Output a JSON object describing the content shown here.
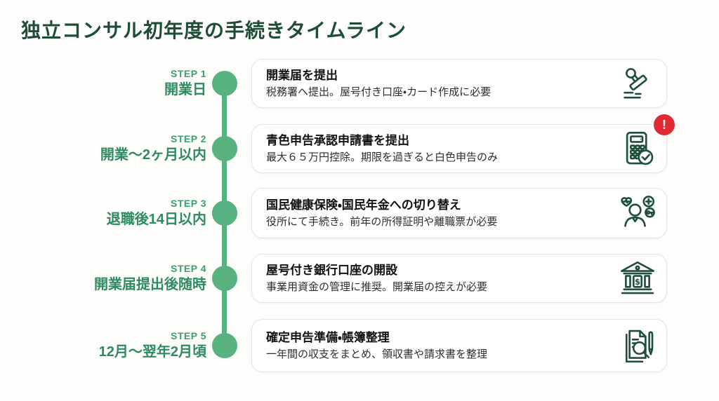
{
  "page": {
    "title": "独立コンサル初年度の手続きタイムライン"
  },
  "colors": {
    "accent_dark_green": "#1d4c38",
    "step_green": "#3aa070",
    "timing_green": "#2e8a5f",
    "timeline_green": "#58b280",
    "alert_red": "#e12a33",
    "icon_green": "#1f4f3b",
    "card_background": "#ffffff",
    "page_background": "#fdfdfb"
  },
  "steps": [
    {
      "step_label": "STEP 1",
      "timing": "開業日",
      "title": "開業届を提出",
      "description": "税務署へ提出。屋号付き口座・カード作成に必要",
      "icon": "stamp-icon"
    },
    {
      "step_label": "STEP 2",
      "timing": "開業〜2ヶ月以内",
      "title": "青色申告承認申請書を提出",
      "description": "最大６５万円控除。期限を過ぎると白色申告のみ",
      "icon": "calculator-check-icon",
      "alert_glyph": "!"
    },
    {
      "step_label": "STEP 3",
      "timing": "退職後14日以内",
      "title": "国民健康保険・国民年金への切り替え",
      "description": "役所にて手続き。前年の所得証明や離職票が必要",
      "icon": "health-insurance-person-icon"
    },
    {
      "step_label": "STEP 4",
      "timing": "開業届提出後随時",
      "title": "屋号付き銀行口座の開設",
      "description": "事業用資金の管理に推奨。開業届の控えが必要",
      "icon": "bank-icon"
    },
    {
      "step_label": "STEP 5",
      "timing": "12月〜翌年2月頃",
      "title": "確定申告準備・帳簿整理",
      "description": "一年間の収支をまとめ、領収書や請求書を整理",
      "icon": "document-search-icon"
    }
  ]
}
